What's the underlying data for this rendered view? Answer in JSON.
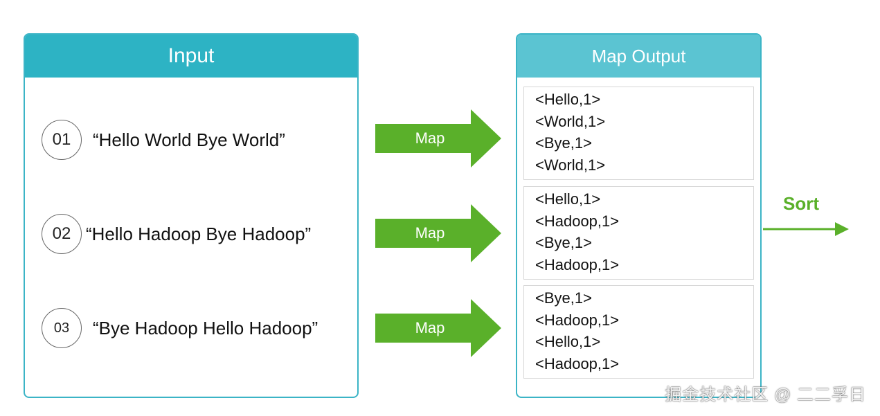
{
  "input_panel": {
    "title": "Input",
    "rows": [
      {
        "number": "01",
        "text": "“Hello World Bye World”"
      },
      {
        "number": "02",
        "text": "“Hello Hadoop Bye Hadoop”"
      },
      {
        "number": "03",
        "text": "“Bye Hadoop Hello Hadoop”"
      }
    ]
  },
  "map_arrows": [
    "Map",
    "Map",
    "Map"
  ],
  "output_panel": {
    "title": "Map Output",
    "groups": [
      [
        "<Hello,1>",
        "<World,1>",
        "<Bye,1>",
        "<World,1>"
      ],
      [
        "<Hello,1>",
        "<Hadoop,1>",
        "<Bye,1>",
        "<Hadoop,1>"
      ],
      [
        "<Bye,1>",
        "<Hadoop,1>",
        "<Hello,1>",
        "<Hadoop,1>"
      ]
    ]
  },
  "sort": {
    "label": "Sort"
  },
  "watermark": "掘金技术社区 @ 二二孚日",
  "colors": {
    "header_input": "#2db3c4",
    "header_output": "#5bc4d2",
    "arrow_green": "#5ab02a"
  }
}
